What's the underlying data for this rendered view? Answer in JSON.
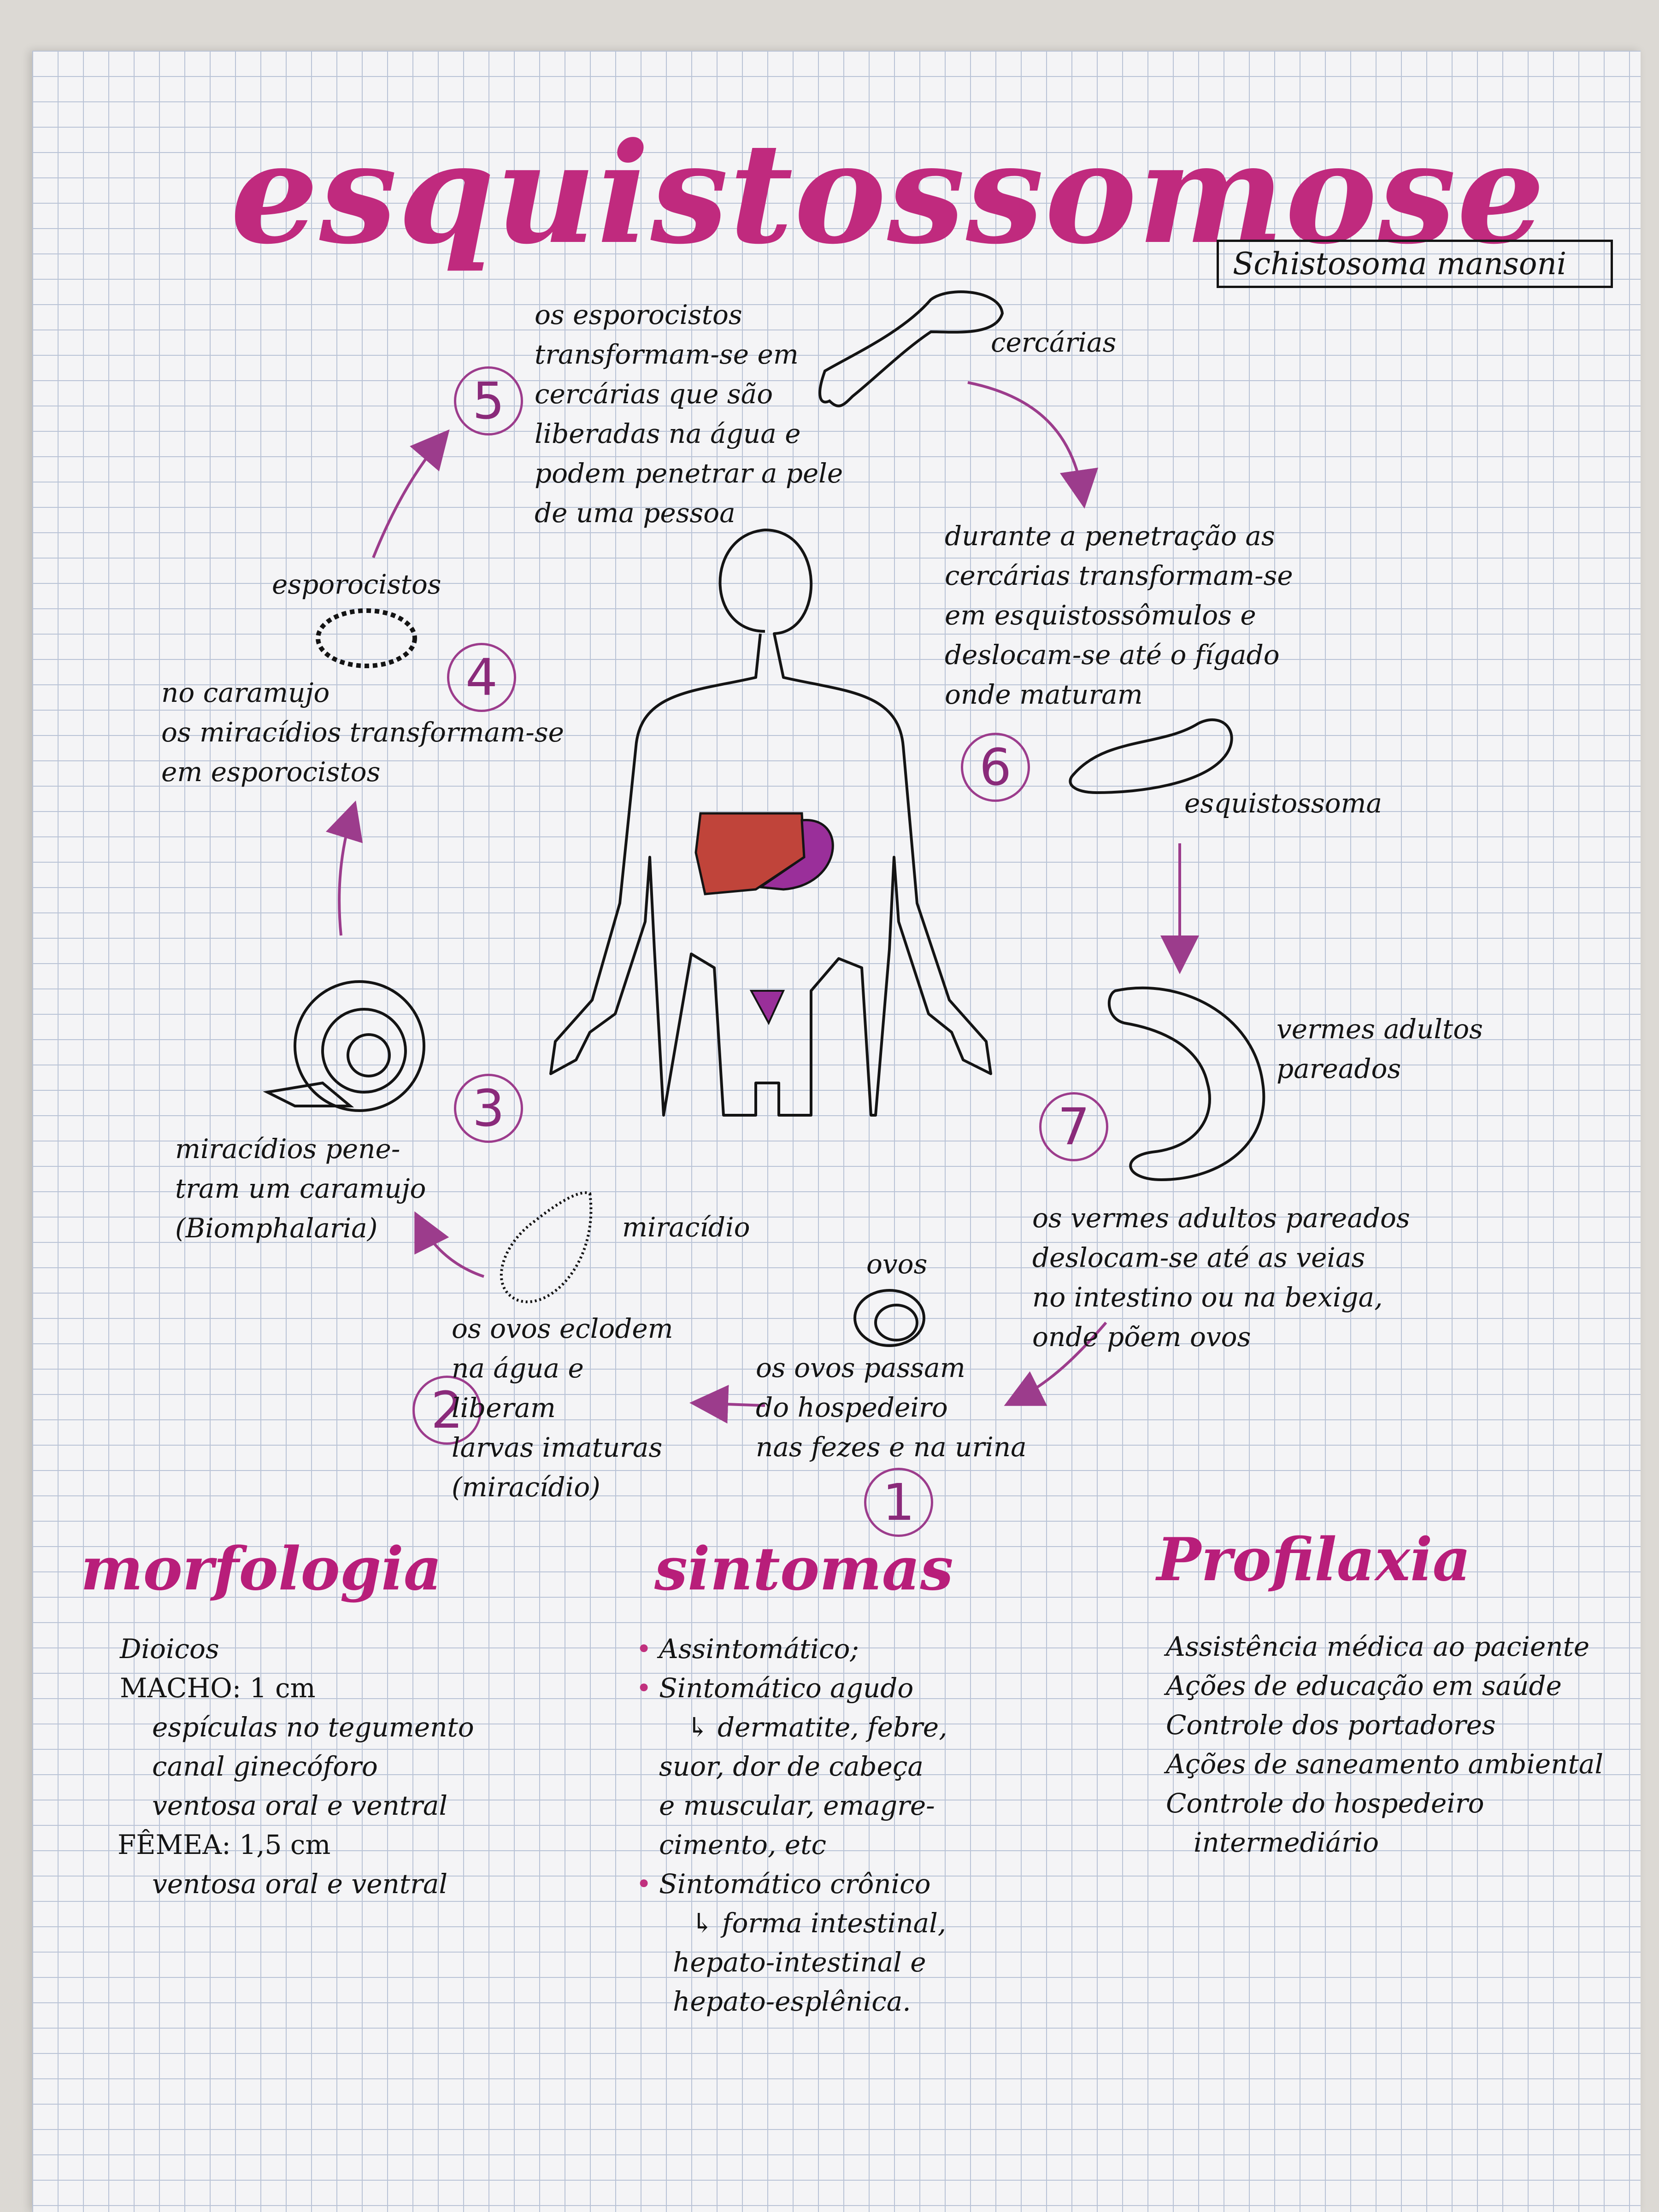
{
  "title": "esquistossomose",
  "species": "Schistosoma mansoni",
  "steps": [
    {
      "number": "1",
      "text": "os ovos passam\ndo hospedeiro\nnas fezes e na urina",
      "label": "ovos"
    },
    {
      "number": "2",
      "text": "os ovos eclodem\nna água e\nliberam\nlarvas imaturas\n(miracídio)",
      "label": "miracídio"
    },
    {
      "number": "3",
      "text": "miracídios pene-\ntram um caramujo\n(Biomphalaria)"
    },
    {
      "number": "4",
      "text": "no caramujo\nos miracídios transformam-se\nem esporocistos",
      "label": "esporocistos"
    },
    {
      "number": "5",
      "text": "os esporocistos\ntransformam-se em\ncercárias que são\nliberadas na água e\npodem penetrar a pele\nde uma pessoa",
      "label": "cercárias"
    },
    {
      "number": "6",
      "text": "durante a penetração as\ncercárias transformam-se\nem esquistossômulos e\ndeslocam-se até o fígado\nonde maturam",
      "label": "esquistossoma"
    },
    {
      "number": "7",
      "text": "os vermes adultos pareados\ndeslocam-se até as veias\nno intestino ou na bexiga,\nonde põem ovos",
      "label": "vermes adultos\npareados"
    }
  ],
  "morfologia": {
    "heading": "morfologia",
    "lines": [
      "Dioicos",
      "MACHO: 1 cm",
      "espículas no tegumento",
      "canal ginecóforo",
      "ventosa oral e ventral",
      "FÊMEA: 1,5 cm",
      "ventosa oral e ventral"
    ]
  },
  "sintomas": {
    "heading": "sintomas",
    "lines": [
      "Assintomático;",
      "Sintomático agudo",
      "↳ dermatite, febre,",
      "suor, dor de cabeça",
      "e muscular, emagre-",
      "cimento, etc",
      "Sintomático crônico",
      "↳ forma intestinal,",
      "hepato-intestinal e",
      "hepato-esplênica."
    ]
  },
  "profilaxia": {
    "heading": "Profilaxia",
    "lines": [
      "Assistência médica ao paciente",
      "Ações de educação em saúde",
      "Controle dos portadores",
      "Ações de saneamento ambiental",
      "Controle do hospedeiro",
      "intermediário"
    ]
  },
  "colors": {
    "ink": "#141414",
    "accent": "#b81e7a",
    "liver": "#c0443a",
    "spleen": "#9a2f9a",
    "grid": "#b9c3d6"
  }
}
